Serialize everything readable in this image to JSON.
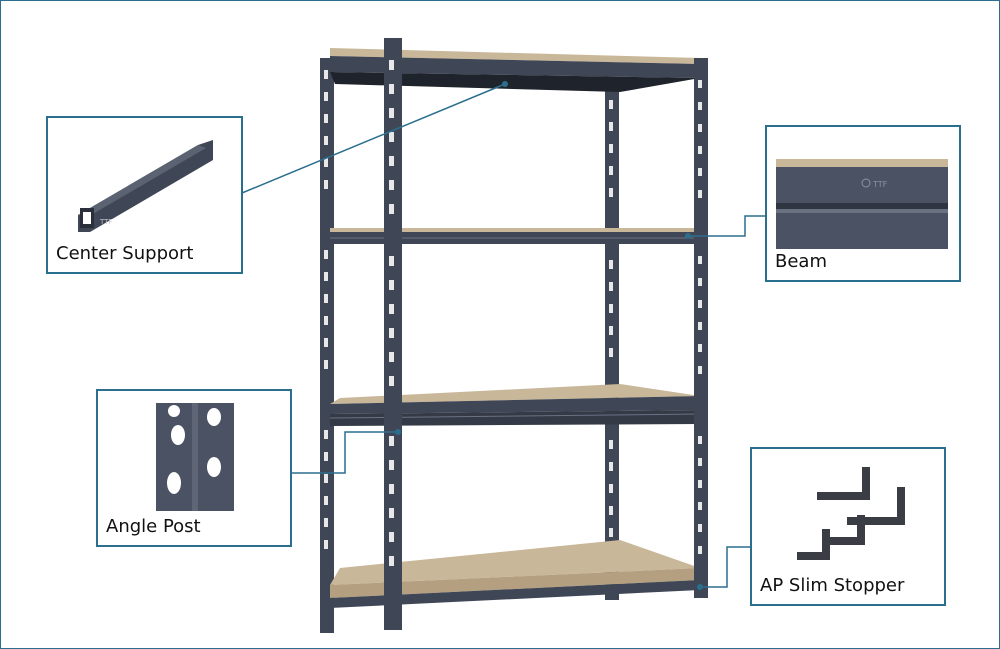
{
  "colors": {
    "frame": "#2b6f8f",
    "steel": "#3f4655",
    "steel_dark": "#2a2f3a",
    "board": "#c9b79a",
    "board_dark": "#b49f80",
    "callout_line": "#2b6f8f"
  },
  "callouts": {
    "center_support": {
      "label": "Center Support",
      "icon": "center-support-rail-photo"
    },
    "beam": {
      "label": "Beam",
      "icon": "beam-closeup-photo"
    },
    "angle_post": {
      "label": "Angle Post",
      "icon": "angle-post-closeup-photo"
    },
    "slim_stopper": {
      "label": "AP Slim Stopper",
      "icon": "slim-stopper-pieces-photo"
    }
  },
  "beam_logo": "TTF",
  "support_logo": "TTF"
}
